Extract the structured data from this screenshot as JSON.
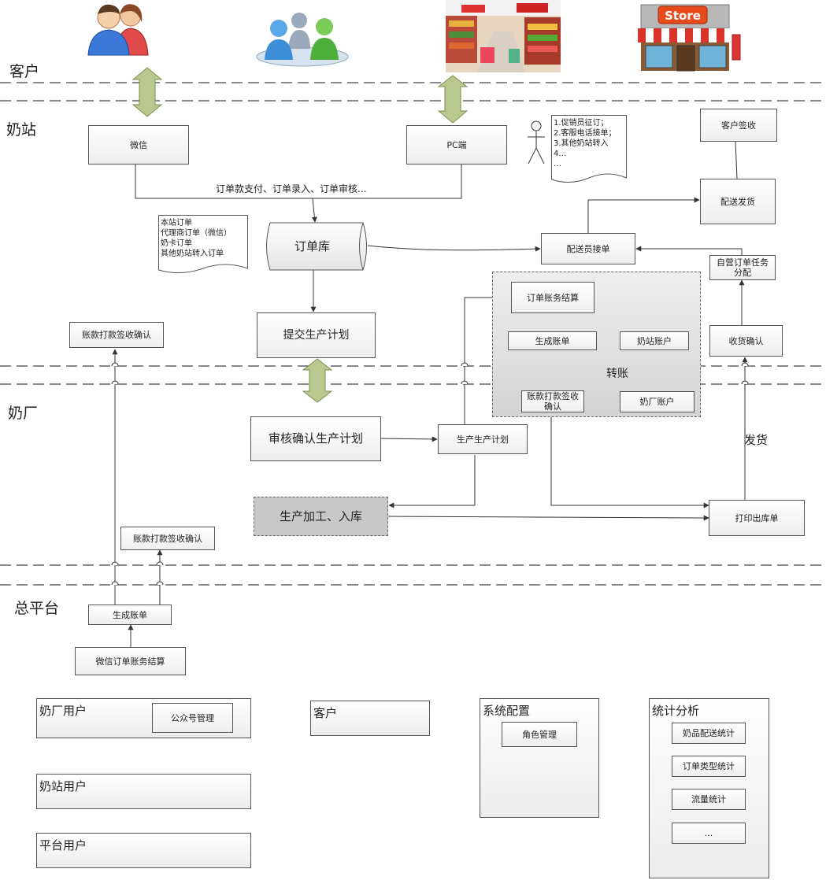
{
  "lanes": {
    "customer": "客户",
    "station": "奶站",
    "factory": "奶厂",
    "platform": "总平台"
  },
  "nodes": {
    "wechat": "微信",
    "pc": "PC端",
    "order_db": "订单库",
    "submit_plan": "提交生产计划",
    "review_plan": "审核确认生产计划",
    "gen_plan": "生产生产计划",
    "production": "生产加工、入库",
    "print_out": "打印出库单",
    "receive_confirm": "收货确认",
    "self_order_task": "自营订单任务分配",
    "courier_accept": "配送员接单",
    "delivery": "配送发货",
    "customer_sign": "客户签收",
    "order_settle": "订单账务结算",
    "gen_bill": "生成账单",
    "station_account": "奶站账户",
    "factory_account": "奶厂账户",
    "pay_sign_inner": "账款打款签收确认",
    "pay_sign_left": "账款打款签收确认",
    "pay_sign_platform": "账款打款签收确认",
    "platform_gen_bill": "生成账单",
    "wechat_settle": "微信订单账务结算"
  },
  "labels": {
    "order_flow": "订单款支付、订单录入、订单审核...",
    "transfer": "转账",
    "ship": "发货"
  },
  "docs": {
    "order_types": [
      "本站订单",
      "代理商订单（微信）",
      "奶卡订单",
      "其他奶站转入订单"
    ],
    "order_sources": [
      "1.促销员征订；",
      "2.客服电话接单；",
      "3.其他奶站转入",
      "4…",
      "…"
    ]
  },
  "modules": {
    "factory_users": {
      "title": "奶厂用户",
      "items": [
        "公众号管理"
      ]
    },
    "station_users": {
      "title": "奶站用户"
    },
    "platform_users": {
      "title": "平台用户"
    },
    "customer": {
      "title": "客户"
    },
    "system_config": {
      "title": "系统配置",
      "items": [
        "角色管理"
      ]
    },
    "statistics": {
      "title": "统计分析",
      "items": [
        "奶品配送统计",
        "订单类型统计",
        "流量统计",
        "..."
      ]
    }
  },
  "icons": {
    "couple": "couple-icon",
    "meeting": "meeting-icon",
    "supermarket": "supermarket-icon",
    "store": "store-icon",
    "store_sign": "Store",
    "person": "person-icon"
  },
  "colors": {
    "arrow_fill": "#b9c88e",
    "arrow_stroke": "#7f8f50",
    "line": "#333333"
  }
}
